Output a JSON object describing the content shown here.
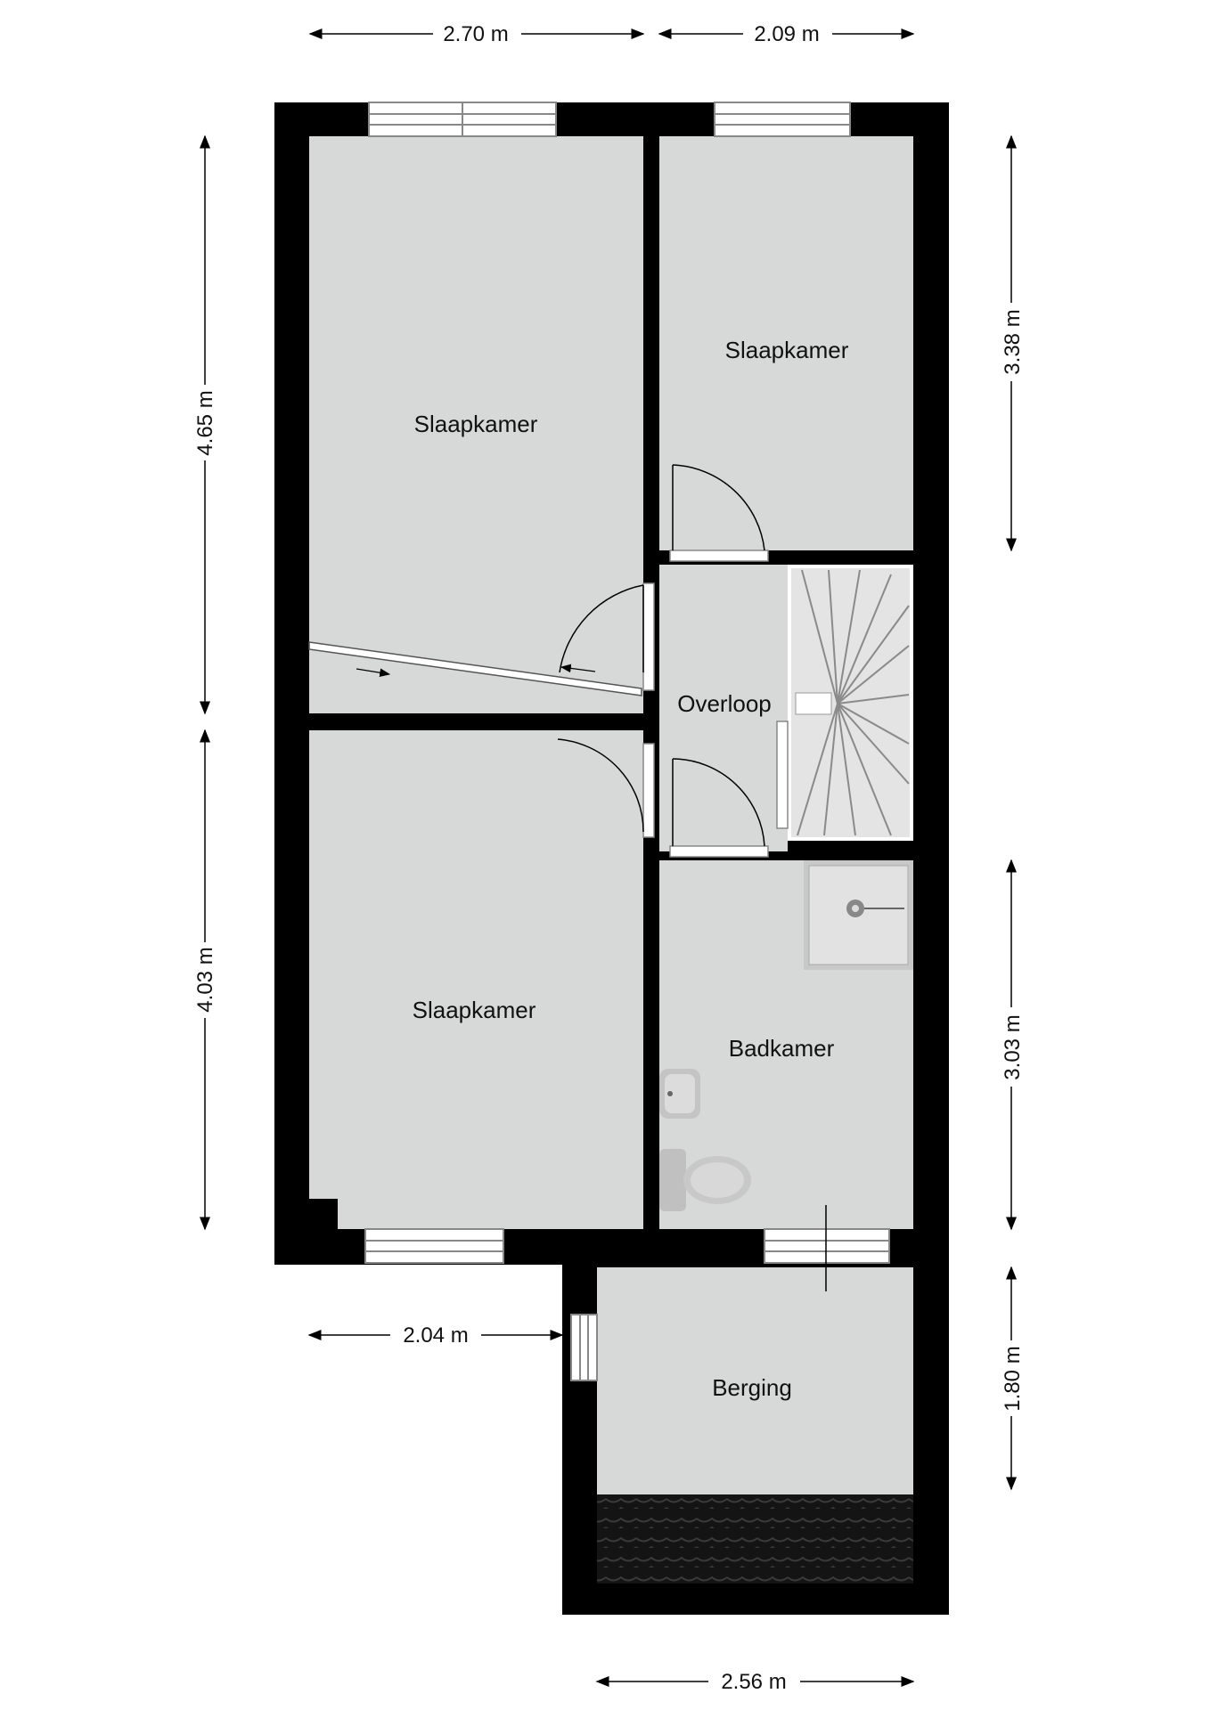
{
  "rooms": {
    "bedroom_top_left": "Slaapkamer",
    "bedroom_top_right": "Slaapkamer",
    "bedroom_bottom_left": "Slaapkamer",
    "landing": "Overloop",
    "bathroom": "Badkamer",
    "storage": "Berging"
  },
  "dimensions": {
    "top_left_width": "2.70 m",
    "top_right_width": "2.09 m",
    "left_top_height": "4.65 m",
    "left_bottom_height": "4.03 m",
    "right_top_height": "3.38 m",
    "right_middle_height": "3.03 m",
    "right_bottom_height": "1.80 m",
    "lower_left_width": "2.04 m",
    "bottom_width": "2.56 m"
  },
  "colors": {
    "wall": "#000000",
    "floor": "#d6d8d8",
    "roof_tiles": "#1a1a1a"
  }
}
